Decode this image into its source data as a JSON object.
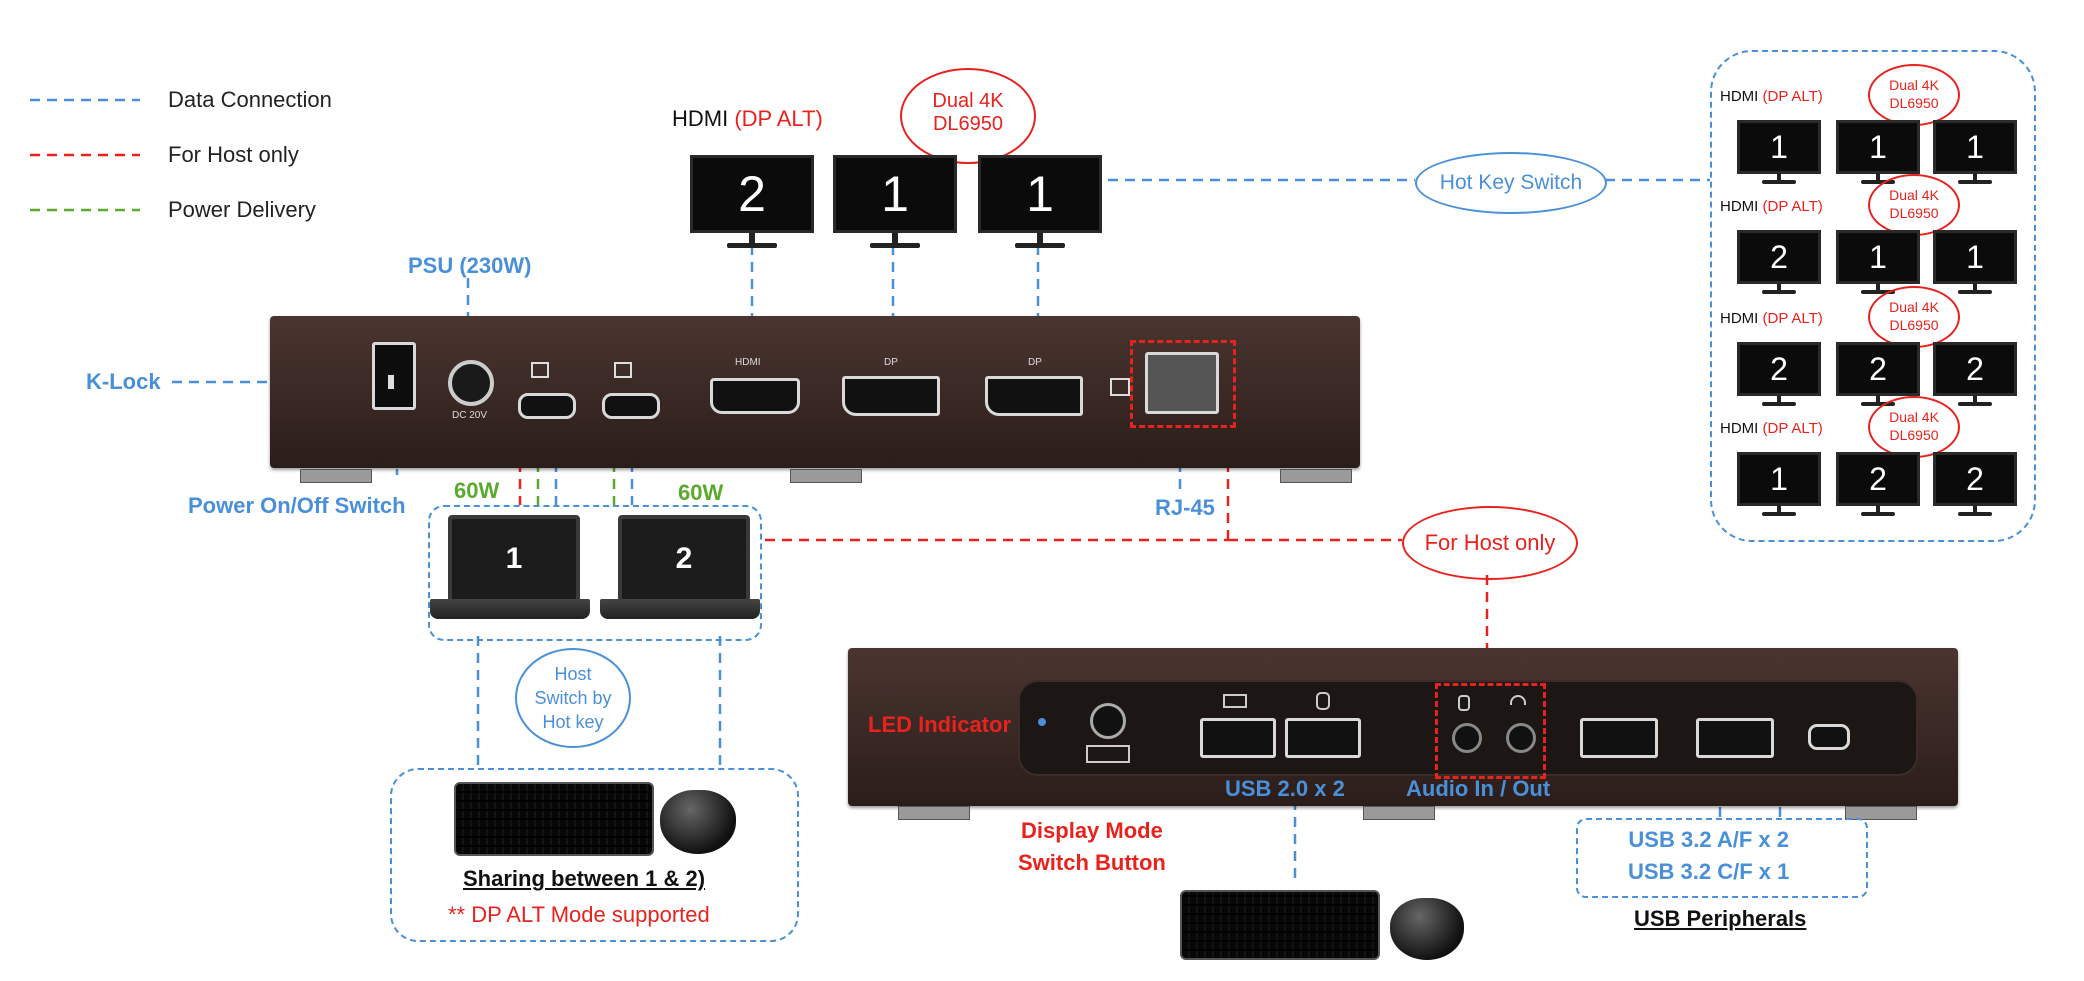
{
  "legend": {
    "data": "Data Connection",
    "host": "For Host only",
    "power": "Power Delivery"
  },
  "top_monitors": {
    "hdmi_label": "HDMI",
    "dp_alt_label": "(DP ALT)",
    "chip_badge": [
      "Dual 4K",
      "DL6950"
    ],
    "screens": [
      "2",
      "1",
      "1"
    ]
  },
  "hotkey": "Hot Key Switch",
  "combos": [
    {
      "hdmi": "HDMI",
      "dpalt": "(DP ALT)",
      "badge": [
        "Dual 4K",
        "DL6950"
      ],
      "screens": [
        "1",
        "1",
        "1"
      ]
    },
    {
      "hdmi": "HDMI",
      "dpalt": "(DP ALT)",
      "badge": [
        "Dual 4K",
        "DL6950"
      ],
      "screens": [
        "2",
        "1",
        "1"
      ]
    },
    {
      "hdmi": "HDMI",
      "dpalt": "(DP ALT)",
      "badge": [
        "Dual 4K",
        "DL6950"
      ],
      "screens": [
        "2",
        "2",
        "2"
      ]
    },
    {
      "hdmi": "HDMI",
      "dpalt": "(DP ALT)",
      "badge": [
        "Dual 4K",
        "DL6950"
      ],
      "screens": [
        "1",
        "2",
        "2"
      ]
    }
  ],
  "rear_panel": {
    "psu": "PSU (230W)",
    "klock": "K-Lock",
    "power_switch": "Power On/Off Switch",
    "dc_label": "DC 20V",
    "hdmi_port": "HDMI",
    "dp_port": "DP",
    "rj45": "RJ-45",
    "w60": "60W"
  },
  "laptops": [
    "1",
    "2"
  ],
  "host_switch": [
    "Host",
    "Switch by",
    "Hot key"
  ],
  "sharing": "Sharing between 1 & 2)",
  "dp_alt_note": "** DP ALT Mode supported",
  "for_host": "For Host only",
  "front_panel": {
    "led": "LED Indicator",
    "display_mode": [
      "Display Mode",
      "Switch Button"
    ],
    "usb2": "USB 2.0 x 2",
    "audio": "Audio In / Out",
    "usb32": [
      "USB 3.2 A/F x 2",
      "USB 3.2 C/F x 1"
    ],
    "peripherals": "USB Peripherals"
  },
  "colors": {
    "data": "#4a90d9",
    "host": "#e8221d",
    "power": "#5aaa2e"
  }
}
